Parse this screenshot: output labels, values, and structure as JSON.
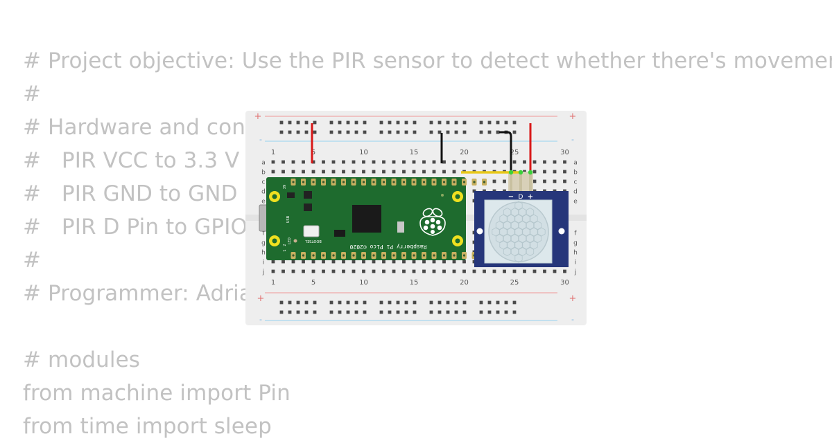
{
  "code_lines": [
    "# Project objective: Use the PIR sensor to detect whether there's movement",
    "#",
    "# Hardware and conn",
    "#   PIR VCC to 3.3 V",
    "#   PIR GND to GND",
    "#   PIR D Pin to GPIO P",
    "#",
    "# Programmer: Adrian",
    "",
    "# modules",
    "from machine import Pin",
    "from time import sleep"
  ],
  "breadboard": {
    "column_numbers": [
      "1",
      "5",
      "10",
      "15",
      "20",
      "25",
      "30"
    ],
    "row_letters_top": [
      "a",
      "b",
      "c",
      "d",
      "e"
    ],
    "row_letters_bottom": [
      "f",
      "g",
      "h",
      "i",
      "j"
    ],
    "rail_plus": "+",
    "rail_minus": "-"
  },
  "pico": {
    "name": "Raspberry Pi Pico ©2020",
    "bootsel": "BOOTSEL",
    "usb": "USB",
    "led": "LED",
    "pin_1": "1",
    "pin_2": "2",
    "pin_39": "39"
  },
  "pir": {
    "pin_minus": "−",
    "pin_d": "D",
    "pin_plus": "+"
  },
  "colors": {
    "code_text": "#c2c2c2",
    "breadboard": "#eeeeee",
    "pico_green": "#1e6b2e",
    "pir_blue": "#26367a",
    "wire_red": "#d81818",
    "wire_black": "#111111",
    "wire_yellow": "#e8c81a",
    "pin_green": "#3ad23a",
    "rail_red_line": "#f0a8a8",
    "rail_blue_line": "#a8d8f0"
  }
}
